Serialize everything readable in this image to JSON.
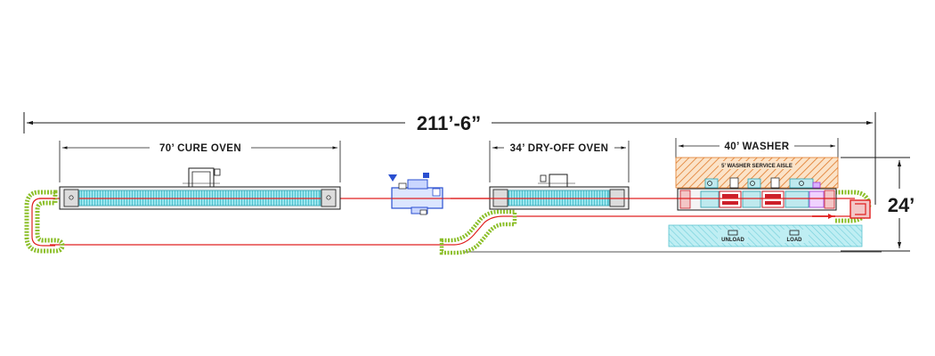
{
  "dimensions": {
    "overall_length": "211’-6”",
    "overall_width": "24’"
  },
  "sections": {
    "cure_oven": {
      "label": "70’ CURE OVEN"
    },
    "dryoff_oven": {
      "label": "34’ DRY-OFF OVEN"
    },
    "washer": {
      "label": "40’ WASHER",
      "service_aisle": "5’ WASHER SERVICE AISLE"
    }
  },
  "stations": {
    "unload": "UNLOAD",
    "load": "LOAD"
  },
  "colors": {
    "conveyor": "#e02020",
    "oven_fill": "#8fe3ea",
    "curve_track": "#8cbf2a",
    "aisle_hatch": "#e07a2a",
    "load_zone": "#7fd6e0",
    "booth_equipment": "#2a4fd0",
    "washer_pump": "#cc1f2a",
    "dimension_line": "#1a1a1a"
  }
}
